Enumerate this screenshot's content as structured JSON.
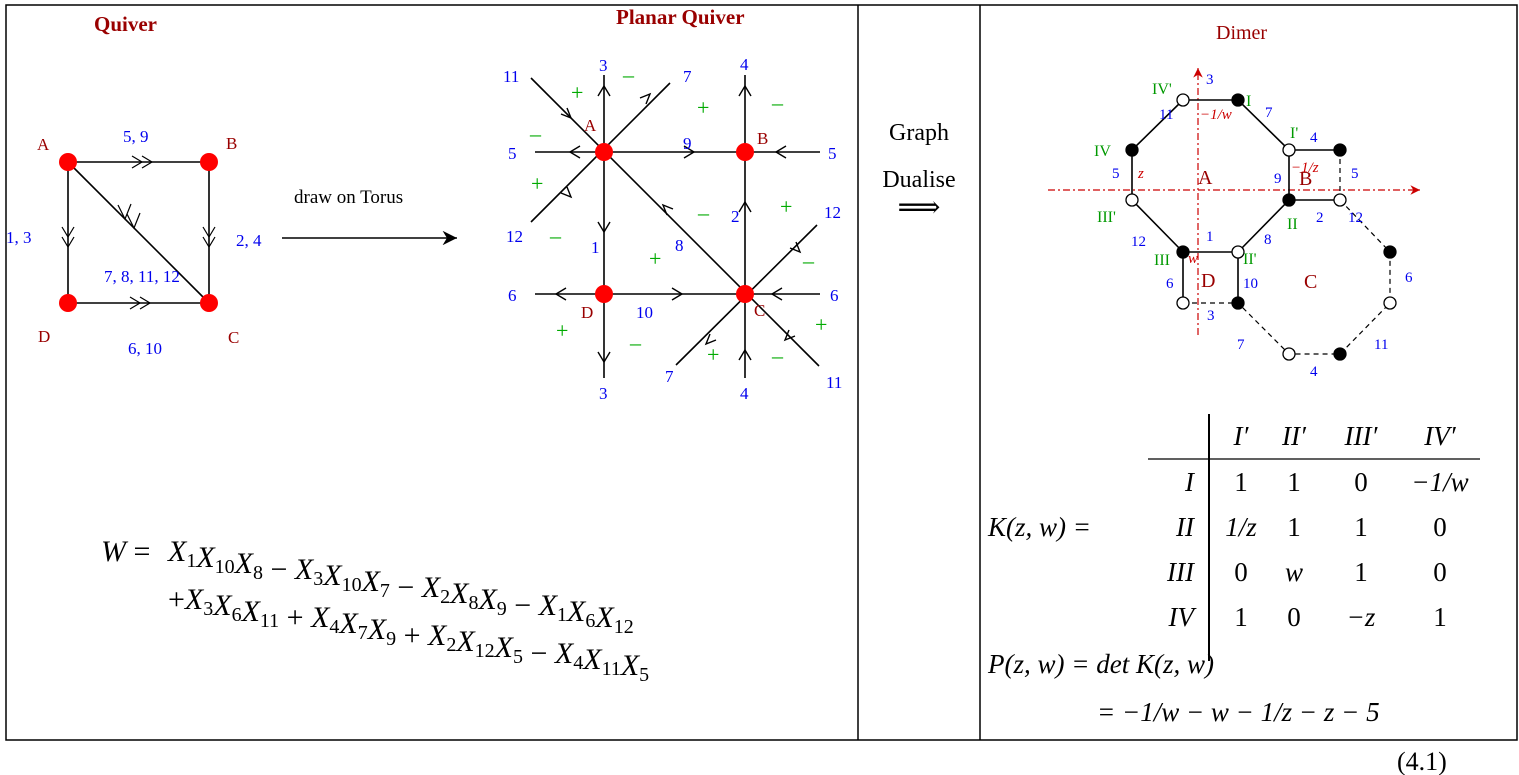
{
  "panel_quiver": {
    "title": "Quiver",
    "nodes": {
      "A": "A",
      "B": "B",
      "C": "C",
      "D": "D"
    },
    "edges": {
      "AB": "5, 9",
      "BC": "2, 4",
      "DC": "6, 10",
      "AD": "1, 3",
      "CA": "7, 8, 11, 12"
    },
    "arrow_label": "draw on Torus"
  },
  "panel_planar": {
    "title": "Planar Quiver",
    "nodes": {
      "A": "A",
      "B": "B",
      "C": "C",
      "D": "D"
    },
    "edge_labels": {
      "top_a": "3",
      "top_b": "4",
      "bottom_d": "3",
      "bottom_c": "4",
      "left_a": "5",
      "right_b": "5",
      "left_d": "6",
      "right_c": "6",
      "ul_a": "11",
      "ur_a": "7",
      "ll_a": "12",
      "ur_c": "12",
      "ll_c": "7",
      "lr_c": "11",
      "ab": "9",
      "bc": "2",
      "ad": "1",
      "dc": "10",
      "ca": "8"
    },
    "signs": {
      "plus": "+",
      "minus": "–"
    }
  },
  "panel_arrow": {
    "line1": "Graph",
    "line2": "Dualise",
    "arrow": "⟹"
  },
  "superpotential": {
    "lhs": "W",
    "line1": [
      "X1X10X8",
      "X3X10X7",
      "X2X8X9",
      "X1X6X12"
    ],
    "line2": [
      "X3X6X11",
      "X4X7X9",
      "X2X12X5",
      "X4X11X5"
    ]
  },
  "panel_dimer": {
    "title": "Dimer",
    "faces": {
      "A": "A",
      "B": "B",
      "C": "C",
      "D": "D"
    },
    "black_nodes": [
      "I",
      "II",
      "III",
      "IV"
    ],
    "white_nodes": [
      "I'",
      "II'",
      "III'",
      "IV'"
    ],
    "edge_numbers": [
      "1",
      "2",
      "3",
      "4",
      "5",
      "6",
      "7",
      "8",
      "9",
      "10",
      "11",
      "12"
    ],
    "weights": {
      "w_neg": "−1/w",
      "z_inv": "−1/z",
      "z": "z",
      "w": "w"
    }
  },
  "kasteleyn": {
    "lhs": "K(z, w) =",
    "col_headers": [
      "I′",
      "II′",
      "III′",
      "IV′"
    ],
    "row_headers": [
      "I",
      "II",
      "III",
      "IV"
    ],
    "rows": [
      [
        "1",
        "1",
        "0",
        "−1/w"
      ],
      [
        "1/z",
        "1",
        "1",
        "0"
      ],
      [
        "0",
        "w",
        "1",
        "0"
      ],
      [
        "1",
        "0",
        "−z",
        "1"
      ]
    ]
  },
  "newton": {
    "line1": "P(z, w) = det K(z, w)",
    "line2": "= −1/w − w − 1/z − z − 5"
  },
  "equation_number": "(4.1)",
  "colors": {
    "title_red": "#990000",
    "node_red": "#ff0000",
    "label_blue": "#0000ee",
    "sign_green": "#00aa00",
    "axis_red": "#cc0000"
  }
}
